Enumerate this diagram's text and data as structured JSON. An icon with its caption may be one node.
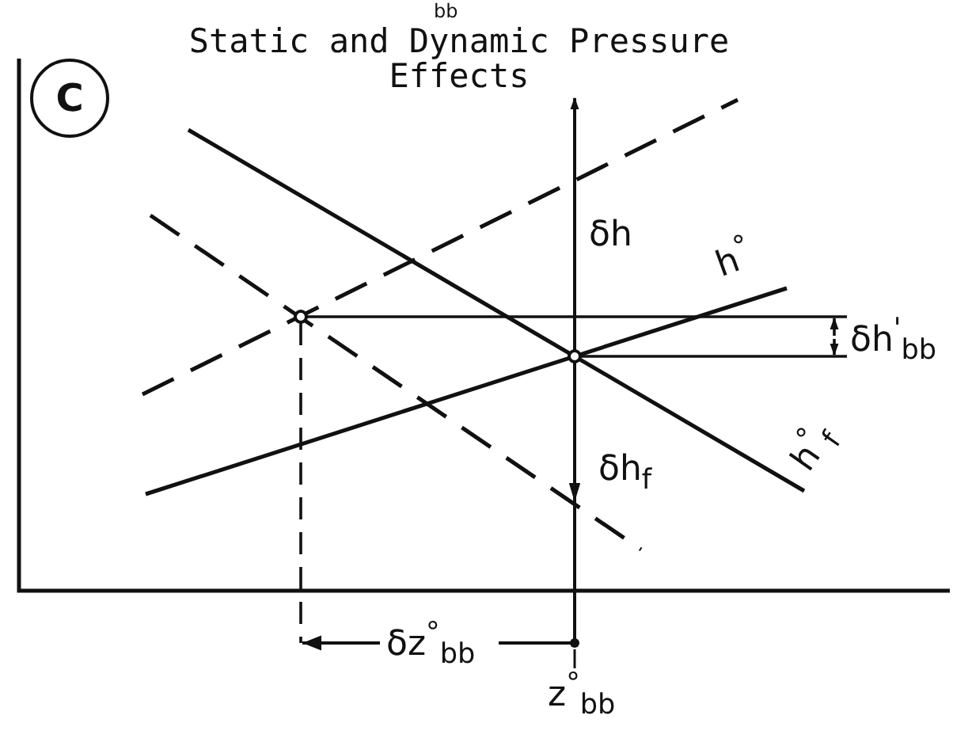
{
  "diagram": {
    "title": "Static and Dynamic Pressure Effects",
    "labels": [
      "bb",
      "C",
      "δh",
      "h$^{°}$",
      "δh$^{'}$$_{bb}$",
      "δh$_{f}$",
      "h$^{°}$$_{f}$",
      "δz$^{°}$$_{bb}$",
      "z$^{°}$$_{bb}$"
    ]
  }
}
